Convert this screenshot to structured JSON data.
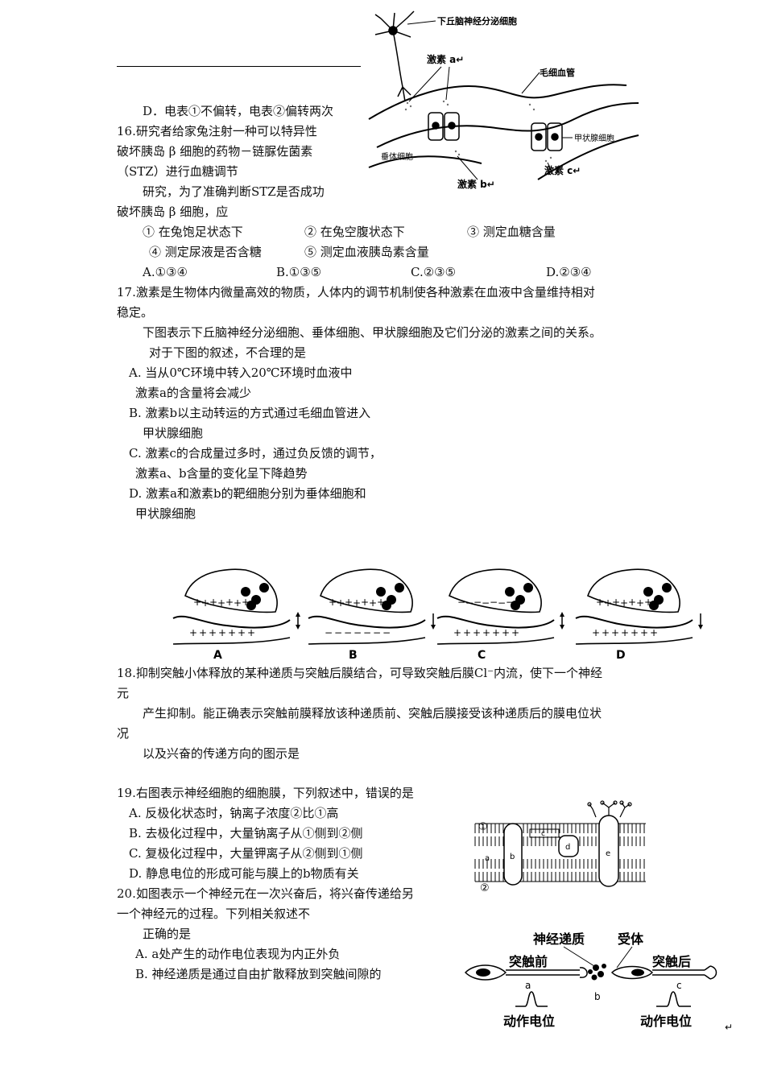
{
  "lines": {
    "q15_d": "D．电表①不偏转，电表②偏转两次",
    "q16_a": "16.研究者给家兔注射一种可以特异性",
    "q16_b": "破坏胰岛 β 细胞的药物－链脲佐菌素",
    "q16_c": "（STZ）进行血糖调节",
    "q16_d": "研究，为了准确判断STZ是否成功",
    "q16_e": "破坏胰岛 β 细胞，应",
    "q16_o1": "① 在兔饱足状态下",
    "q16_o2": "② 在兔空腹状态下",
    "q16_o3": "③ 测定血糖含量",
    "q16_o4": "④ 测定尿液是否含糖",
    "q16_o5": "⑤ 测定血液胰岛素含量",
    "q16_A": "A.①③④",
    "q16_B": "B.①③⑤",
    "q16_C": "C.②③⑤",
    "q16_D": "D.②③④",
    "q17_a": "17.激素是生物体内微量高效的物质，人体内的调节机制使各种激素在血液中含量维持相对",
    "q17_b": "稳定。",
    "q17_c": "下图表示下丘脑神经分泌细胞、垂体细胞、甲状腺细胞及它们分泌的激素之间的关系。",
    "q17_d": "对于下图的叙述，不合理的是",
    "q17_A1": "A. 当从0℃环境中转入20℃环境时血液中",
    "q17_A2": "激素a的含量将会减少",
    "q17_B1": "B. 激素b以主动转运的方式通过毛细血管进入",
    "q17_B2": "甲状腺细胞",
    "q17_C1": "C. 激素c的合成量过多时，通过负反馈的调节，",
    "q17_C2": "激素a、b含量的变化呈下降趋势",
    "q17_D1": "D. 激素a和激素b的靶细胞分别为垂体细胞和",
    "q17_D2": "甲状腺细胞",
    "q18_a": "18.抑制突触小体释放的某种递质与突触后膜结合，可导致突触后膜Cl⁻内流，使下一个神经",
    "q18_b": "元",
    "q18_c": "产生抑制。能正确表示突触前膜释放该种递质前、突触后膜接受该种递质后的膜电位状",
    "q18_d": "况",
    "q18_e": "以及兴奋的传递方向的图示是",
    "q19_a": "19.右图表示神经细胞的细胞膜，下列叙述中，错误的是",
    "q19_A": "A. 反极化状态时，钠离子浓度②比①高",
    "q19_B": "B. 去极化过程中，大量钠离子从①侧到②侧",
    "q19_C": "C. 复极化过程中，大量钾离子从②侧到①侧",
    "q19_D": "D. 静息电位的形成可能与膜上的b物质有关",
    "q20_a": "20.如图表示一个神经元在一次兴奋后，将兴奋传递给另",
    "q20_b": "一个神经元的过程。下列相关叙述不",
    "q20_c": "正确的是",
    "q20_A": "A. a处产生的动作电位表现为内正外负",
    "q20_B": "B. 神经递质是通过自由扩散释放到突触间隙的"
  },
  "fig_hormone": {
    "hypothalamus": "下丘脑神经分泌细胞",
    "hormone_a": "激素 a↵",
    "capillary": "毛细血管",
    "pituitary": "垂体细胞",
    "thyroid": "甲状腺细胞",
    "hormone_b": "激素 b↵",
    "hormone_c": "激素 c↵"
  },
  "fig_synapse": {
    "labels": [
      "A",
      "B",
      "C",
      "D"
    ]
  },
  "fig_membrane": {
    "side1": "①",
    "side2": "②",
    "a": "a",
    "b": "b",
    "c": "c",
    "d": "d",
    "e": "e"
  },
  "fig_neuron": {
    "transmitter": "神经递质",
    "receptor": "受体",
    "pre": "突触前",
    "post": "突触后",
    "a": "a",
    "b": "b",
    "c": "c",
    "ap_left": "动作电位",
    "ap_right": "动作电位",
    "corner": "↵"
  }
}
